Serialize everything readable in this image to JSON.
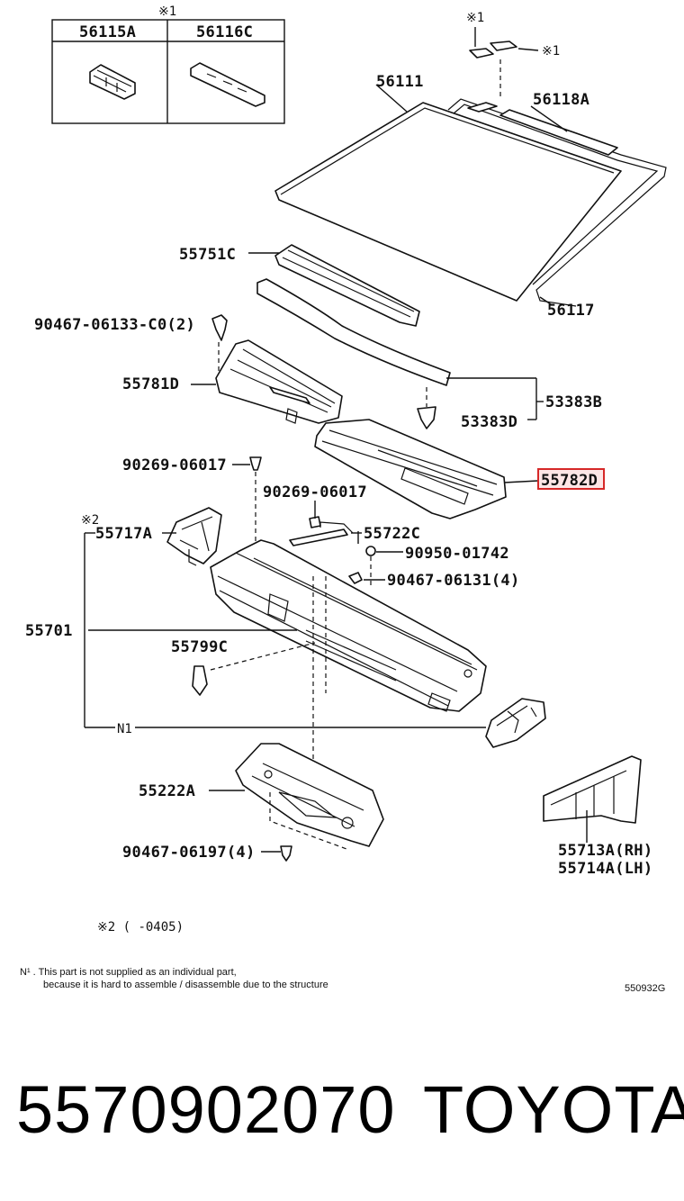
{
  "labels": {
    "mark_top_box": "※1",
    "p56115A": "56115A",
    "p56116C": "56116C",
    "mark_top_right1": "※1",
    "mark_top_right2": "※1",
    "p56111": "56111",
    "p56118A": "56118A",
    "p55751C": "55751C",
    "p56117": "56117",
    "p90467_06133": "90467-06133-C0(2)",
    "p55781D": "55781D",
    "p53383B": "53383B",
    "p53383D": "53383D",
    "p90269_06017a": "90269-06017",
    "p55782D": "55782D",
    "p90269_06017b": "90269-06017",
    "mark_2": "※2",
    "p55717A": "55717A",
    "p55722C": "55722C",
    "p90950_01742": "90950-01742",
    "p90467_06131": "90467-06131(4)",
    "p55701": "55701",
    "p55799C": "55799C",
    "pN1": "N1",
    "p55222A": "55222A",
    "p90467_06197": "90467-06197(4)",
    "p55713A": "55713A(RH)",
    "p55714A": "55714A(LH)",
    "note_mark2": "※2 (      -0405)",
    "note_n1_line1": "N¹ .  This part is not supplied as an individual part,",
    "note_n1_line2": "because it is hard to assemble / disassemble due to the structure",
    "diagram_code": "550932G"
  },
  "footer": {
    "part_number": "5570902070",
    "brand": "TOYOTA"
  },
  "colors": {
    "highlight": "#d62828"
  }
}
